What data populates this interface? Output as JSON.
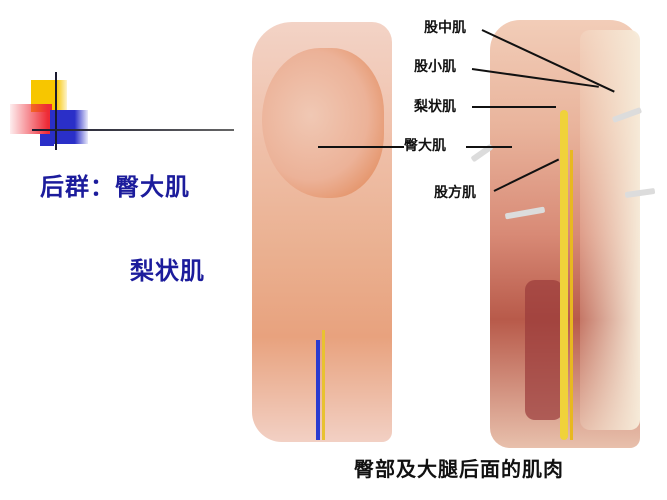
{
  "slide": {
    "heading_prefix": "后群：",
    "muscles": [
      "臀大肌",
      "梨状肌"
    ]
  },
  "figure": {
    "labels": [
      {
        "id": "gluteus-medius",
        "text": "股中肌"
      },
      {
        "id": "gluteus-minimus",
        "text": "股小肌"
      },
      {
        "id": "piriformis",
        "text": "梨状肌"
      },
      {
        "id": "gluteus-maximus",
        "text": "臀大肌"
      },
      {
        "id": "quadratus-femoris",
        "text": "股方肌"
      }
    ],
    "caption": "臀部及大腿后面的肌肉"
  },
  "colors": {
    "heading": "#1c1c9c",
    "logo_yellow": "#f7c600",
    "logo_red": "#ee2a36",
    "logo_blue": "#2a2fc8"
  }
}
